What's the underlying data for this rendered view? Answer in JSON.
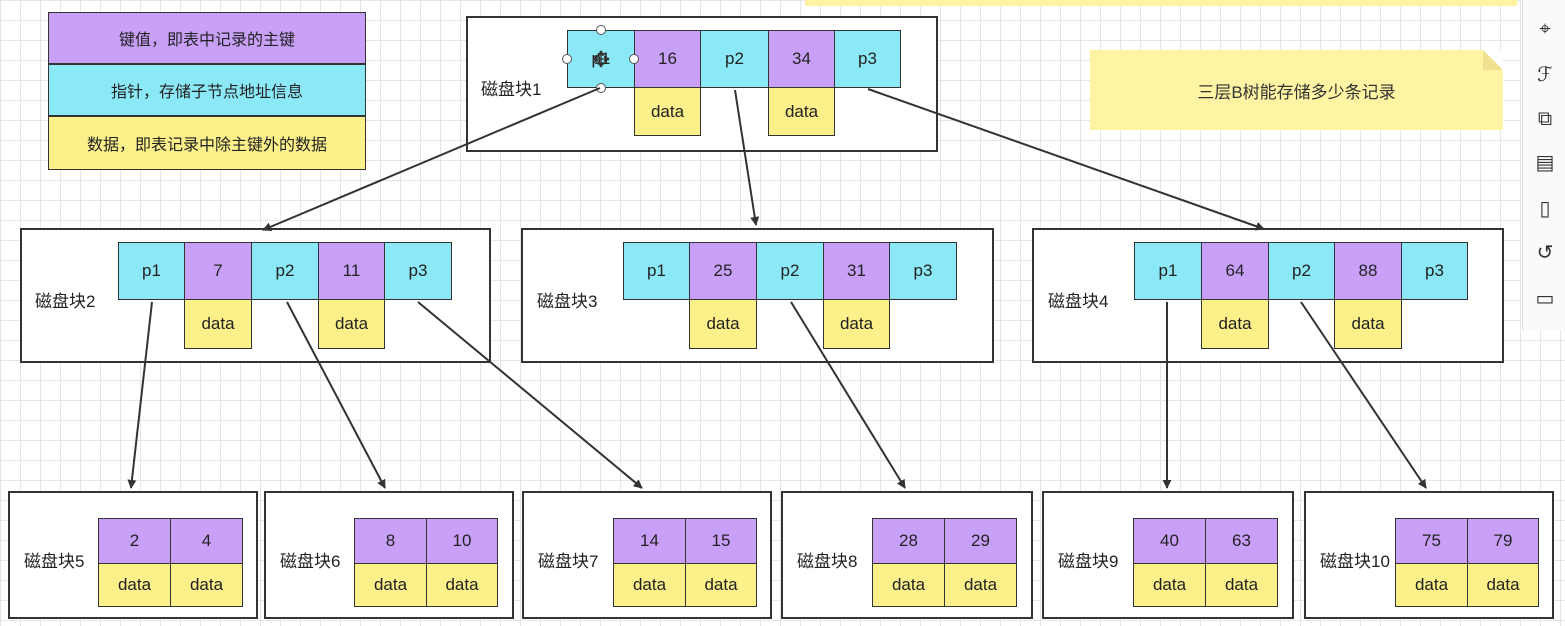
{
  "legend": {
    "key": "键值，即表中记录的主键",
    "pointer": "指针，存储子节点地址信息",
    "data": "数据，即表记录中除主键外的数据"
  },
  "note": "三层B树能存储多少条记录",
  "colors": {
    "pointer": "#8be8f6",
    "key": "#c9a0f8",
    "data": "#fbf08a",
    "note": "#fff4a3"
  },
  "blocks": {
    "b1": {
      "label": "磁盘块1",
      "cells": [
        "p1",
        "16",
        "p2",
        "34",
        "p3"
      ],
      "data": [
        "data",
        "data"
      ]
    },
    "b2": {
      "label": "磁盘块2",
      "cells": [
        "p1",
        "7",
        "p2",
        "11",
        "p3"
      ],
      "data": [
        "data",
        "data"
      ]
    },
    "b3": {
      "label": "磁盘块3",
      "cells": [
        "p1",
        "25",
        "p2",
        "31",
        "p3"
      ],
      "data": [
        "data",
        "data"
      ]
    },
    "b4": {
      "label": "磁盘块4",
      "cells": [
        "p1",
        "64",
        "p2",
        "88",
        "p3"
      ],
      "data": [
        "data",
        "data"
      ]
    },
    "b5": {
      "label": "磁盘块5",
      "keys": [
        "2",
        "4"
      ],
      "data": [
        "data",
        "data"
      ]
    },
    "b6": {
      "label": "磁盘块6",
      "keys": [
        "8",
        "10"
      ],
      "data": [
        "data",
        "data"
      ]
    },
    "b7": {
      "label": "磁盘块7",
      "keys": [
        "14",
        "15"
      ],
      "data": [
        "data",
        "data"
      ]
    },
    "b8": {
      "label": "磁盘块8",
      "keys": [
        "28",
        "29"
      ],
      "data": [
        "data",
        "data"
      ]
    },
    "b9": {
      "label": "磁盘块9",
      "keys": [
        "40",
        "63"
      ],
      "data": [
        "data",
        "data"
      ]
    },
    "b10": {
      "label": "磁盘块10",
      "keys": [
        "75",
        "79"
      ],
      "data": [
        "data",
        "data"
      ]
    }
  },
  "toolbar": [
    {
      "name": "navigate-icon",
      "glyph": "⌖"
    },
    {
      "name": "format-icon",
      "glyph": "ℱ"
    },
    {
      "name": "resize-icon",
      "glyph": "⧉"
    },
    {
      "name": "pages-icon",
      "glyph": "▤"
    },
    {
      "name": "page-icon",
      "glyph": "▯"
    },
    {
      "name": "history-icon",
      "glyph": "↺"
    },
    {
      "name": "comment-icon",
      "glyph": "▭"
    }
  ]
}
